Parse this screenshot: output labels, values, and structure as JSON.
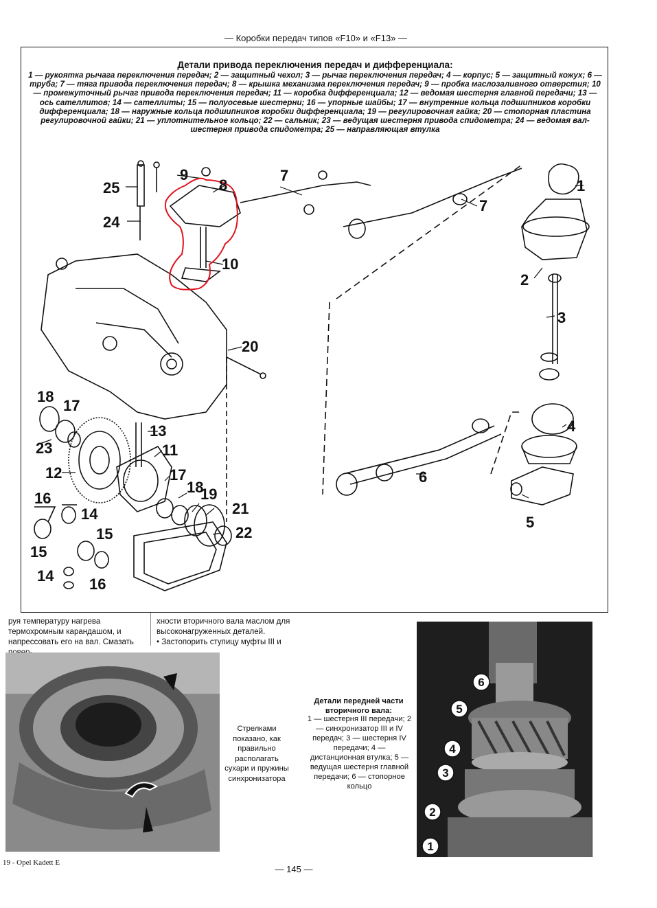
{
  "header": "— Коробки передач типов «F10» и «F13» —",
  "figure": {
    "title": "Детали привода переключения передач и дифференциала:",
    "caption": "1 — рукоятка рычага переключения передач; 2 — защитный чехол; 3 — рычаг переключения передач; 4 — корпус; 5 — защитный кожух; 6 — труба; 7 — тяга привода переключения передач; 8 — крышка механизма переключения передач; 9 — пробка маслозаливного отверстия; 10 — промежуточный рычаг привода переключения передач; 11 — коробка дифференциала; 12 — ведомая шестерня главной передачи; 13 — ось сателлитов; 14 — сателлиты; 15 — полуосевые шестерни; 16 — упорные шайбы; 17 — внутренние кольца подшипников коробки дифференциала; 18 — наружные кольца подшипников коробки дифференциала; 19 — регулировочная гайка; 20 — стопорная пластина регулировочной гайки; 21 — уплотнительное кольцо; 22 — сальник; 23 — ведущая шестерня привода спидометра; 24 — ведомая вал-шестерня привода спидометра; 25 — направляющая втулка",
    "callouts": [
      "25",
      "24",
      "9",
      "8",
      "7",
      "7",
      "1",
      "2",
      "3",
      "10",
      "20",
      "18",
      "17",
      "23",
      "12",
      "13",
      "11",
      "17",
      "18",
      "19",
      "21",
      "22",
      "16",
      "14",
      "15",
      "15",
      "14",
      "16",
      "4",
      "6",
      "5"
    ]
  },
  "text_col1": "руя температуру нагрева термохромным карандашом, и напрессовать его на вал. Смазать повер-",
  "text_col2": "хности вторичного вала маслом для высоконагруженных деталей.\n• Застопорить ступицу муфты III и",
  "photo1_caption": "Стрелками показано, как правильно располагать сухари и пружины синхронизатора",
  "photo2": {
    "title": "Детали передней части вторичного вала:",
    "caption": "1 — шестерня III передачи; 2 — синхронизатор III и IV передач; 3 — шестерня IV передачи; 4 — дистанционная втулка; 5 — ведущая шестерня главной передачи; 6 — стопорное кольцо",
    "callouts": [
      "6",
      "5",
      "4",
      "3",
      "2",
      "1"
    ]
  },
  "footer_left": "19 - Opel Kadett E",
  "page_number": "— 145 —",
  "colors": {
    "highlight": "#e0141e",
    "ink": "#111111"
  }
}
